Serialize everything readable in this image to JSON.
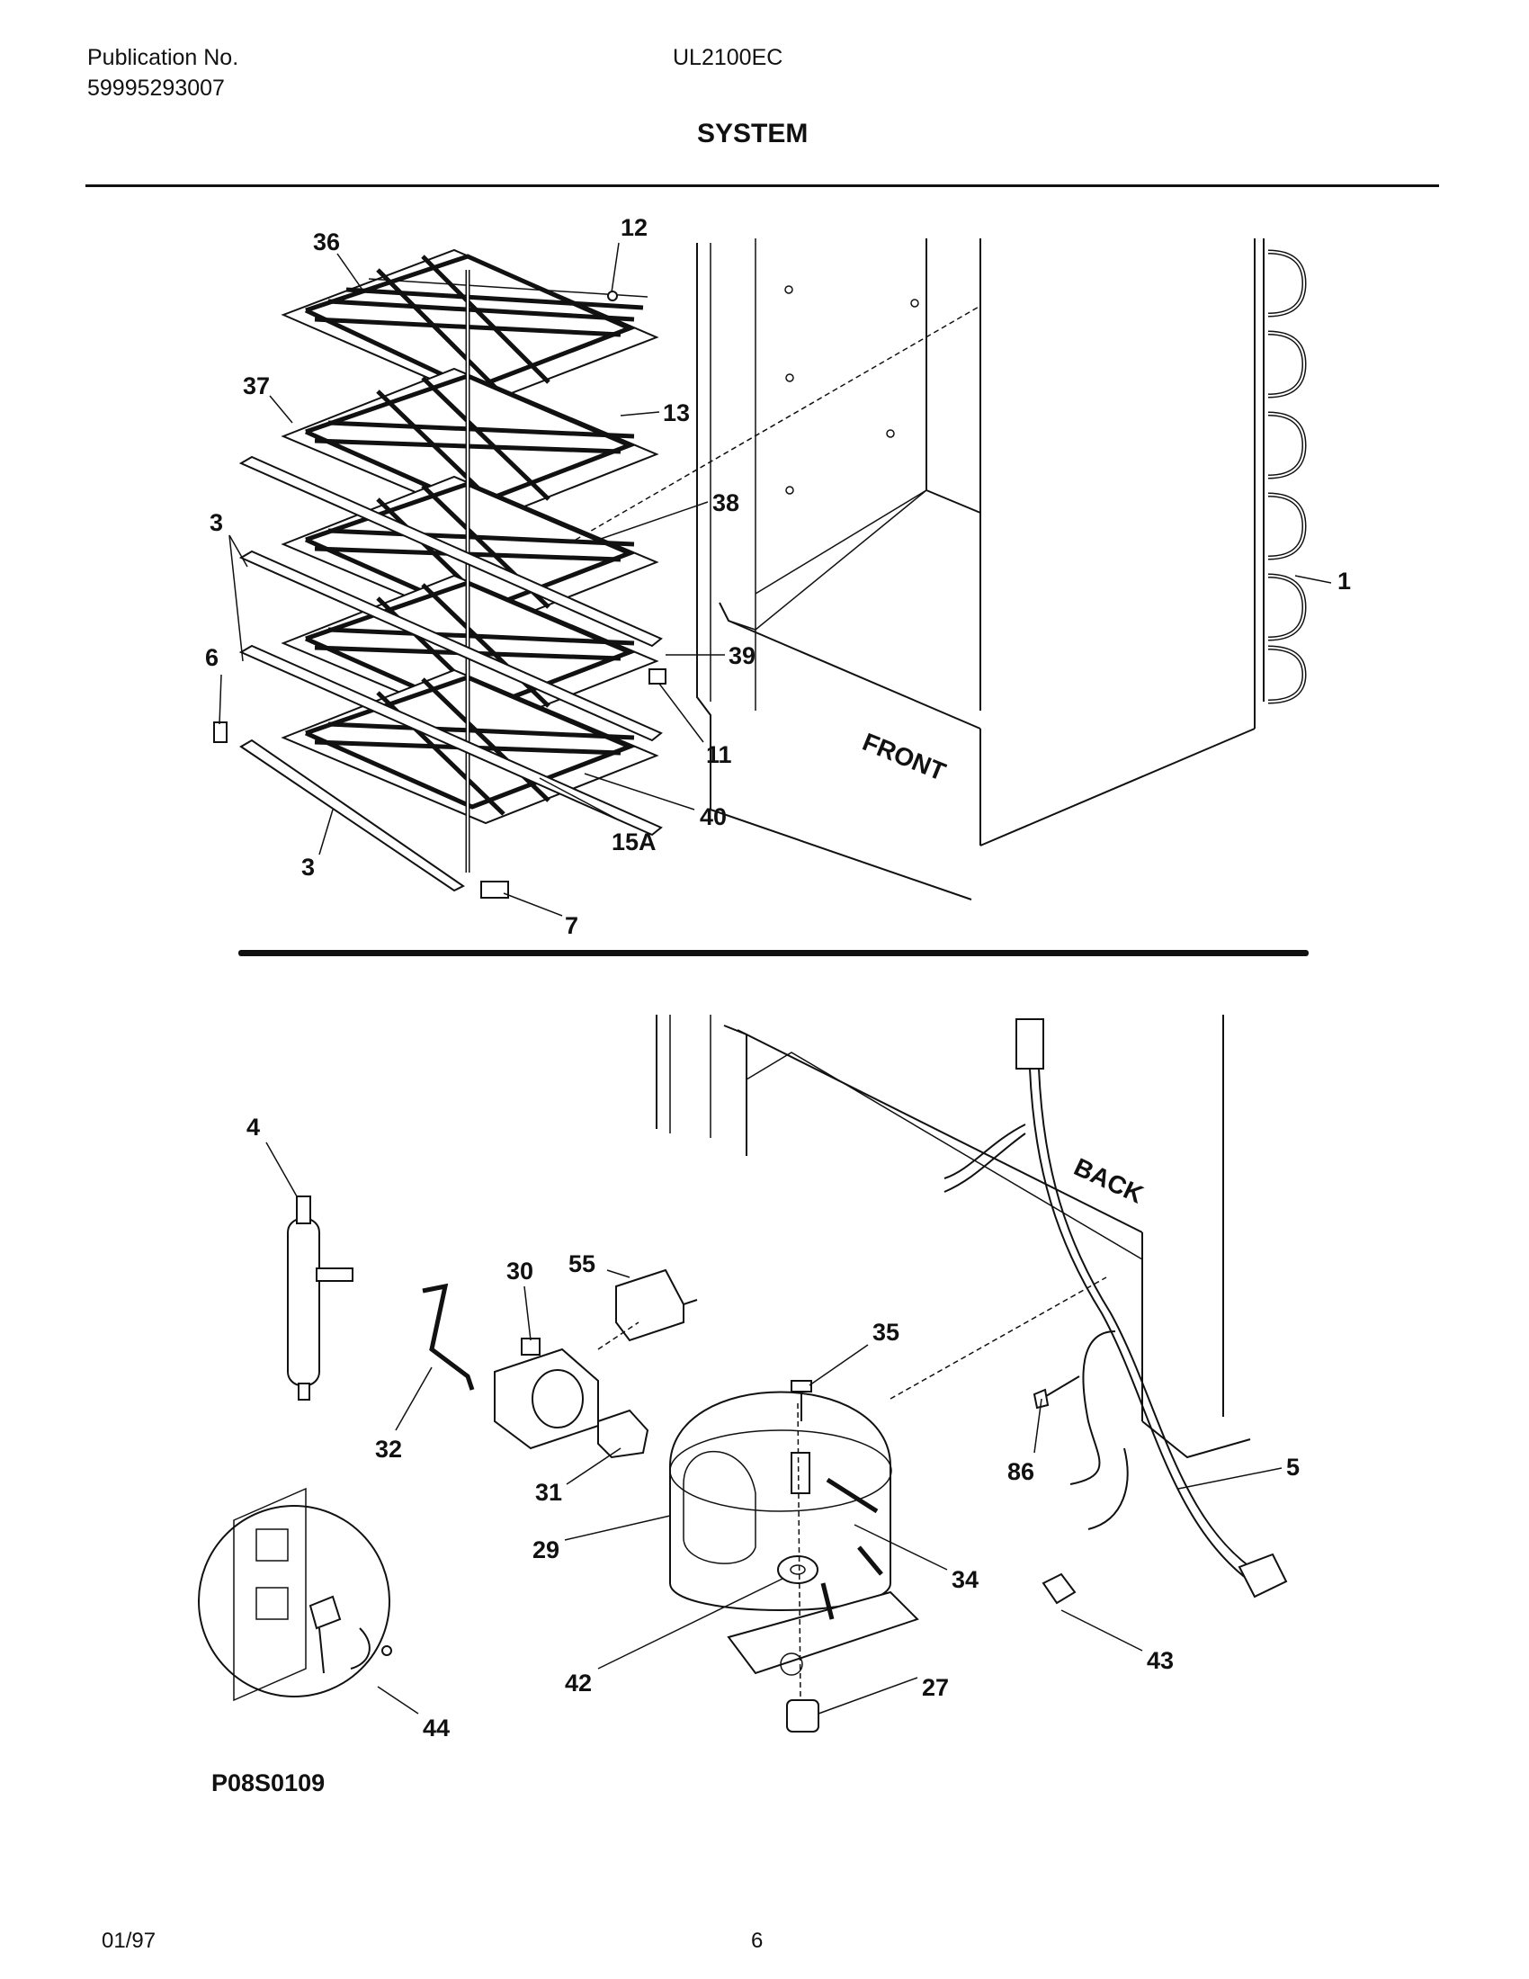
{
  "header": {
    "publication_label": "Publication No.",
    "publication_number": "59995293007",
    "model": "UL2100EC",
    "section_title": "SYSTEM"
  },
  "cabinet_labels": {
    "front": "FRONT",
    "back": "BACK"
  },
  "callouts": {
    "c36": "36",
    "c12": "12",
    "c37": "37",
    "c13": "13",
    "c38": "38",
    "c3a": "3",
    "c1": "1",
    "c6": "6",
    "c39": "39",
    "c11": "11",
    "c40": "40",
    "c15a": "15A",
    "c3b": "3",
    "c7": "7",
    "c4": "4",
    "c30": "30",
    "c55": "55",
    "c35": "35",
    "c86": "86",
    "c5": "5",
    "c32": "32",
    "c31": "31",
    "c29": "29",
    "c34": "34",
    "c42": "42",
    "c27": "27",
    "c43": "43",
    "c44": "44"
  },
  "footer": {
    "diagram_code": "P08S0109",
    "date": "01/97",
    "page_number": "6"
  }
}
